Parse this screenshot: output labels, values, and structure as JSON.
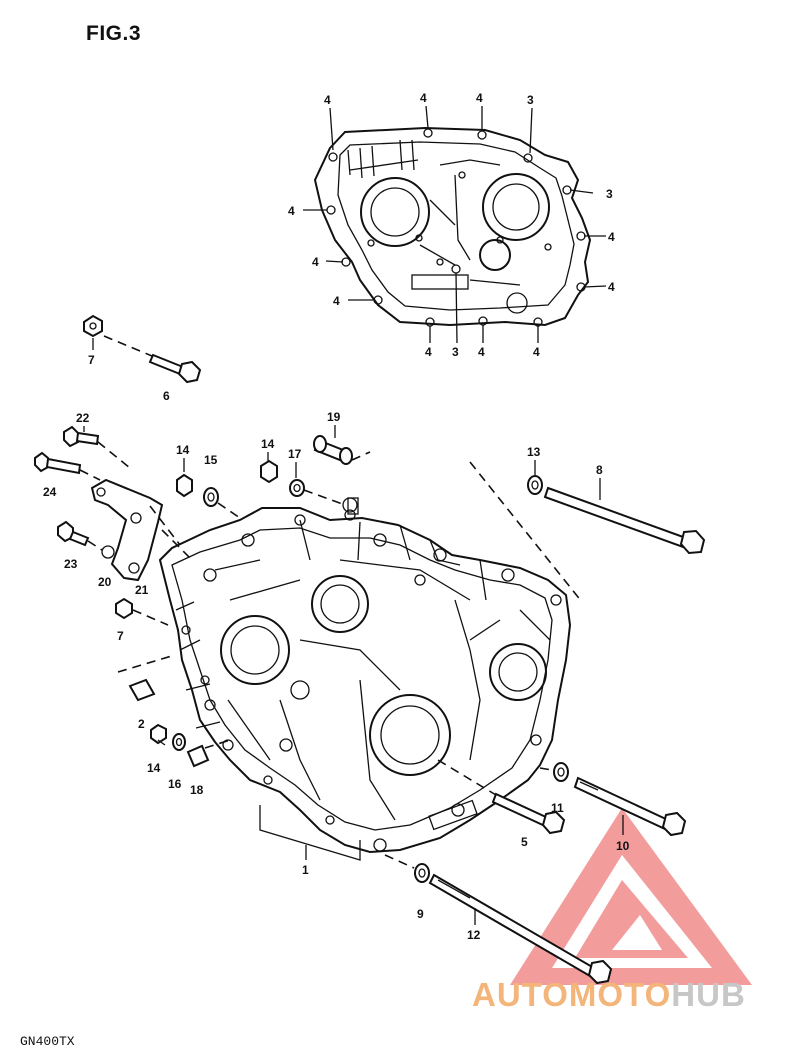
{
  "figure": {
    "title": "FIG.3",
    "model_code": "GN400TX"
  },
  "watermark": {
    "brand_part1": "AUTOMOTO",
    "brand_part2": "HUB",
    "accent_color": "#f3b57a",
    "secondary_color": "#c7c7c7",
    "triangle_color": "#f28b8b"
  },
  "callouts": [
    {
      "id": "c-cover-4a",
      "text": "4"
    },
    {
      "id": "c-cover-4b",
      "text": "4"
    },
    {
      "id": "c-cover-4c",
      "text": "4"
    },
    {
      "id": "c-cover-3a",
      "text": "3"
    },
    {
      "id": "c-cover-3b",
      "text": "3"
    },
    {
      "id": "c-cover-4d",
      "text": "4"
    },
    {
      "id": "c-cover-4e",
      "text": "4"
    },
    {
      "id": "c-cover-4f",
      "text": "4"
    },
    {
      "id": "c-cover-4g",
      "text": "4"
    },
    {
      "id": "c-cover-4h",
      "text": "4"
    },
    {
      "id": "c-cover-4i",
      "text": "4"
    },
    {
      "id": "c-cover-3c",
      "text": "3"
    },
    {
      "id": "c-cover-4j",
      "text": "4"
    },
    {
      "id": "c-cover-4k",
      "text": "4"
    },
    {
      "id": "c-7a",
      "text": "7"
    },
    {
      "id": "c-6",
      "text": "6"
    },
    {
      "id": "c-22",
      "text": "22"
    },
    {
      "id": "c-24",
      "text": "24"
    },
    {
      "id": "c-23",
      "text": "23"
    },
    {
      "id": "c-20",
      "text": "20"
    },
    {
      "id": "c-21",
      "text": "21"
    },
    {
      "id": "c-7b",
      "text": "7"
    },
    {
      "id": "c-14a",
      "text": "14"
    },
    {
      "id": "c-15",
      "text": "15"
    },
    {
      "id": "c-14b",
      "text": "14"
    },
    {
      "id": "c-17",
      "text": "17"
    },
    {
      "id": "c-19",
      "text": "19"
    },
    {
      "id": "c-13",
      "text": "13"
    },
    {
      "id": "c-8",
      "text": "8"
    },
    {
      "id": "c-2",
      "text": "2"
    },
    {
      "id": "c-14c",
      "text": "14"
    },
    {
      "id": "c-16",
      "text": "16"
    },
    {
      "id": "c-18",
      "text": "18"
    },
    {
      "id": "c-1",
      "text": "1"
    },
    {
      "id": "c-11",
      "text": "11"
    },
    {
      "id": "c-5",
      "text": "5"
    },
    {
      "id": "c-10",
      "text": "10"
    },
    {
      "id": "c-9",
      "text": "9"
    },
    {
      "id": "c-12",
      "text": "12"
    }
  ]
}
